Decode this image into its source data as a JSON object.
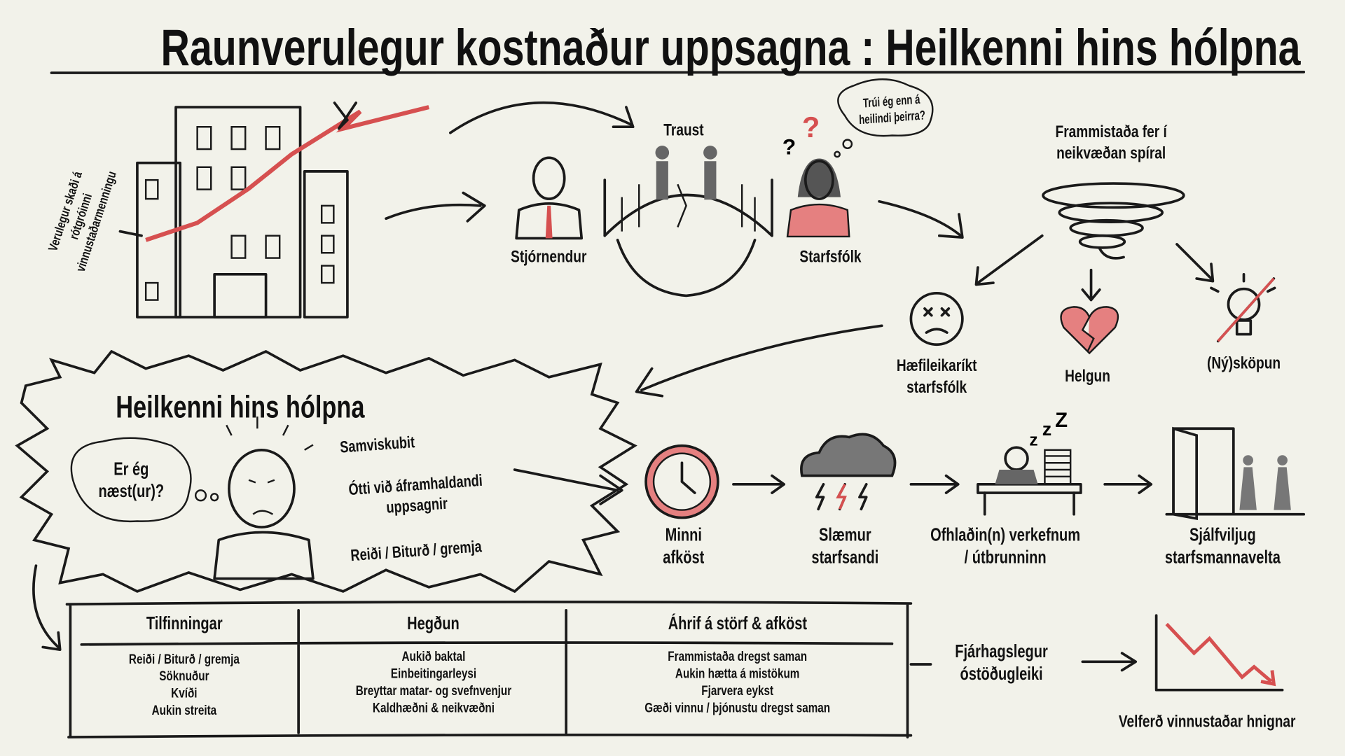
{
  "title": "Raunverulegur kostnaður uppsagna : Heilkenni hins hólpna",
  "side_label": [
    "Verulegur skaði á",
    "rótgróinni",
    "vinnustaðarmenningu"
  ],
  "trust": {
    "label": "Traust",
    "managers": "Stjórnendur",
    "staff": "Starfsfólk",
    "thought": [
      "Trúi ég enn á",
      "heilindi þeirra?"
    ]
  },
  "spiral": {
    "title": [
      "Frammistaða fer í",
      "neikvæðan spíral"
    ],
    "outcomes": [
      {
        "icon": "sad-face-icon",
        "label": [
          "Hæfileikaríkt",
          "starfsfólk"
        ]
      },
      {
        "icon": "broken-heart-icon",
        "label": [
          "Helgun"
        ]
      },
      {
        "icon": "crossed-lightbulb-icon",
        "label": [
          "(Ný)sköpun"
        ]
      }
    ]
  },
  "syndrome": {
    "title": "Heilkenni hins hólpna",
    "question": [
      "Er ég",
      "næst(ur)?"
    ],
    "feelings": [
      "Samviskubit",
      "Ótti við áframhaldandi",
      "uppsagnir",
      "Reiði / Biturð / gremja"
    ]
  },
  "flow": [
    {
      "icon": "clock-icon",
      "label": [
        "Minni",
        "afköst"
      ]
    },
    {
      "icon": "storm-cloud-icon",
      "label": [
        "Slæmur",
        "starfsandi"
      ]
    },
    {
      "icon": "overloaded-desk-icon",
      "label": [
        "Ofhlaðin(n) verkefnum",
        "/ útbrunninn"
      ]
    },
    {
      "icon": "exit-door-icon",
      "label": [
        "Sjálfviljug",
        "starfsmannavelta"
      ]
    }
  ],
  "table": {
    "headers": [
      "Tilfinningar",
      "Hegðun",
      "Áhrif á störf & afköst"
    ],
    "columns": [
      [
        "Reiði / Biturð / gremja",
        "Söknuður",
        "Kvíði",
        "Aukin streita"
      ],
      [
        "Aukið baktal",
        "Einbeitingarleysi",
        "Breyttar matar- og svefnvenjur",
        "Kaldhæðni & neikvæðni"
      ],
      [
        "Frammistaða dregst saman",
        "Aukin hætta á mistökum",
        "Fjarvera eykst",
        "Gæði vinnu / þjónustu dregst saman"
      ]
    ]
  },
  "finance": [
    "Fjárhagslegur",
    "óstöðugleiki"
  ],
  "decline": "Velferð vinnustaðar hnignar"
}
